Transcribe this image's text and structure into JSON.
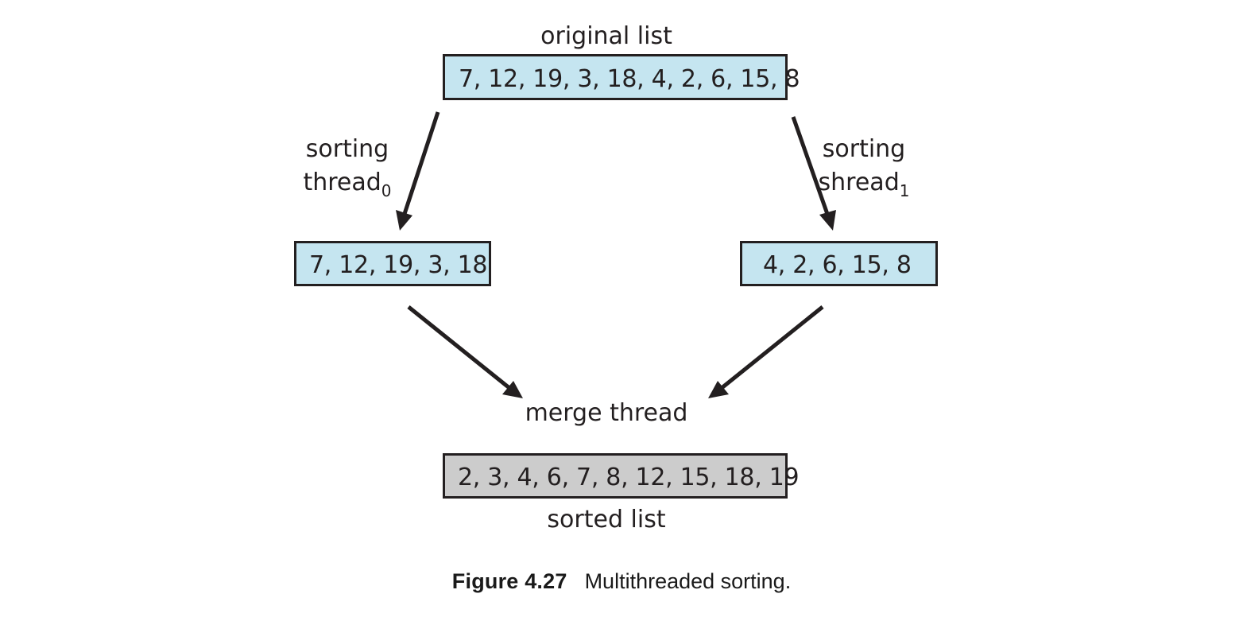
{
  "figure": {
    "caption_label": "Figure 4.27",
    "caption_text": "Multithreaded sorting.",
    "background_color": "#ffffff"
  },
  "colors": {
    "list_box_fill": "#c5e5f0",
    "sorted_box_fill": "#cccccc",
    "stroke": "#231f20",
    "text": "#231f20"
  },
  "diagram": {
    "original": {
      "title": "original list",
      "values": "7, 12, 19, 3, 18, 4, 2, 6, 15, 8"
    },
    "branches": [
      {
        "label_line1": "sorting",
        "label_line2_base": "thread",
        "label_line2_sub": "0",
        "values": "7, 12, 19, 3, 18"
      },
      {
        "label_line1": "sorting",
        "label_line2_base": "shread",
        "label_line2_sub": "1",
        "values": "4, 2, 6, 15, 8"
      }
    ],
    "merge": {
      "label": "merge thread"
    },
    "result": {
      "values": "2, 3, 4, 6, 7, 8, 12, 15, 18, 19",
      "caption": "sorted list"
    }
  }
}
